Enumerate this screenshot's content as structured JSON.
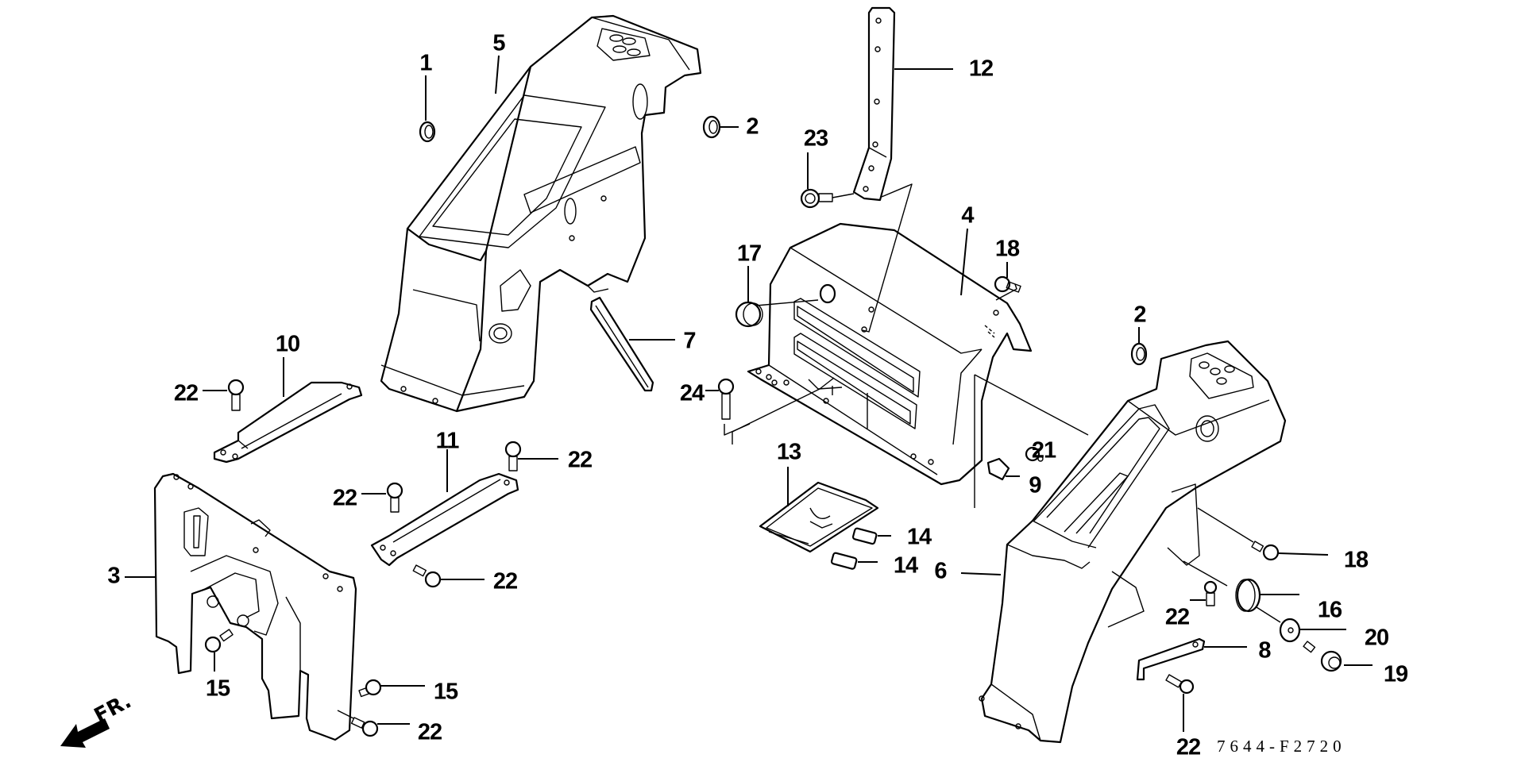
{
  "diagram": {
    "title": "Fender / Floor assembly exploded view",
    "figure_code": "7644-F2720",
    "direction_indicator": {
      "label": "FR.",
      "icon": "front-direction-arrow-icon"
    },
    "parts": [
      {
        "ref": "1",
        "description": "grommet (left fender top)"
      },
      {
        "ref": "2",
        "description": "grommet"
      },
      {
        "ref": "3",
        "description": "front panel (left)"
      },
      {
        "ref": "4",
        "description": "center cover / seat panel"
      },
      {
        "ref": "5",
        "description": "left fender"
      },
      {
        "ref": "6",
        "description": "right fender"
      },
      {
        "ref": "7",
        "description": "stay"
      },
      {
        "ref": "8",
        "description": "bracket"
      },
      {
        "ref": "9",
        "description": "clip"
      },
      {
        "ref": "10",
        "description": "bar (upper)"
      },
      {
        "ref": "11",
        "description": "bar (lower)"
      },
      {
        "ref": "12",
        "description": "seat stay"
      },
      {
        "ref": "13",
        "description": "mat / pocket"
      },
      {
        "ref": "14",
        "description": "clip"
      },
      {
        "ref": "15",
        "description": "bolt"
      },
      {
        "ref": "16",
        "description": "cap"
      },
      {
        "ref": "17",
        "description": "cap"
      },
      {
        "ref": "18",
        "description": "bolt"
      },
      {
        "ref": "19",
        "description": "bolt"
      },
      {
        "ref": "20",
        "description": "washer"
      },
      {
        "ref": "21",
        "description": "grommet / nut"
      },
      {
        "ref": "22",
        "description": "flange bolt"
      },
      {
        "ref": "23",
        "description": "bolt"
      },
      {
        "ref": "24",
        "description": "bolt"
      }
    ],
    "callouts": [
      {
        "id": "c1",
        "text": "1"
      },
      {
        "id": "c5",
        "text": "5"
      },
      {
        "id": "c2a",
        "text": "2"
      },
      {
        "id": "c12",
        "text": "12"
      },
      {
        "id": "c23",
        "text": "23"
      },
      {
        "id": "c4",
        "text": "4"
      },
      {
        "id": "c17",
        "text": "17"
      },
      {
        "id": "c18a",
        "text": "18"
      },
      {
        "id": "c2b",
        "text": "2"
      },
      {
        "id": "c10",
        "text": "10"
      },
      {
        "id": "c22a",
        "text": "22"
      },
      {
        "id": "c7",
        "text": "7"
      },
      {
        "id": "c24",
        "text": "24"
      },
      {
        "id": "c11",
        "text": "11"
      },
      {
        "id": "c22b",
        "text": "22"
      },
      {
        "id": "c22c",
        "text": "22"
      },
      {
        "id": "c13",
        "text": "13"
      },
      {
        "id": "c21",
        "text": "21"
      },
      {
        "id": "c9",
        "text": "9"
      },
      {
        "id": "c14a",
        "text": "14"
      },
      {
        "id": "c14b",
        "text": "14"
      },
      {
        "id": "c6",
        "text": "6"
      },
      {
        "id": "c18b",
        "text": "18"
      },
      {
        "id": "c3",
        "text": "3"
      },
      {
        "id": "c22d",
        "text": "22"
      },
      {
        "id": "c16",
        "text": "16"
      },
      {
        "id": "c22e",
        "text": "22"
      },
      {
        "id": "c20",
        "text": "20"
      },
      {
        "id": "c8",
        "text": "8"
      },
      {
        "id": "c19",
        "text": "19"
      },
      {
        "id": "c15a",
        "text": "15"
      },
      {
        "id": "c15b",
        "text": "15"
      },
      {
        "id": "c22f",
        "text": "22"
      },
      {
        "id": "c22g",
        "text": "22"
      }
    ]
  }
}
